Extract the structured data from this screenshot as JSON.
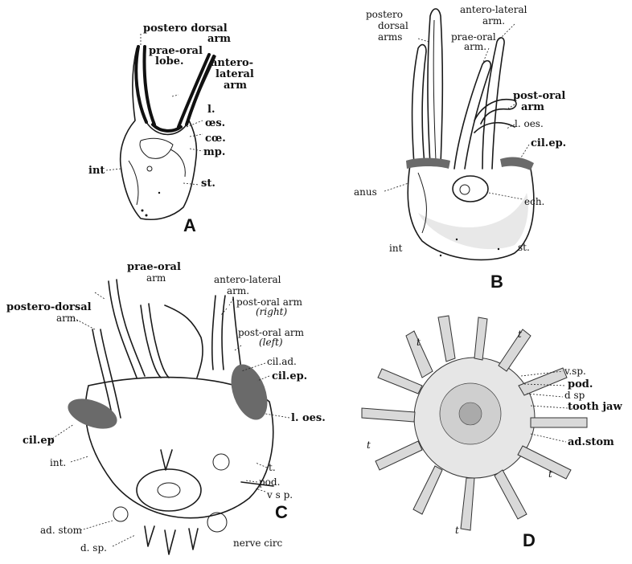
{
  "panels": {
    "A": {
      "letter": "A",
      "labels": {
        "postero_dorsal_1": "postero dorsal",
        "postero_dorsal_2": "arm",
        "prae_oral_1": "prae-oral",
        "prae_oral_2": "lobe.",
        "antero_lateral_1": "antero-",
        "antero_lateral_2": "lateral",
        "antero_lateral_3": "arm",
        "l": "l.",
        "oes": "œs.",
        "coe": "cœ.",
        "mp": "mp.",
        "int": "int",
        "st": "st."
      }
    },
    "B": {
      "letter": "B",
      "labels": {
        "postero_1": "postero",
        "postero_2": "dorsal",
        "postero_3": "arms",
        "antero_1": "antero-lateral",
        "antero_2": "arm.",
        "prae_1": "prae-oral",
        "prae_2": "arm.",
        "post_oral_1": "post-oral",
        "post_oral_2": "arm",
        "l_oes": "l. oes.",
        "cil_ep": "cil.ep.",
        "anus": "anus",
        "ech": "ech.",
        "int": "int",
        "st": "st."
      }
    },
    "C": {
      "letter": "C",
      "labels": {
        "prae_oral_1": "prae-oral",
        "prae_oral_2": "arm",
        "antero_1": "antero-lateral",
        "antero_2": "arm.",
        "postero_1": "postero-dorsal",
        "postero_2": "arm.",
        "post_right_1": "post-oral arm",
        "post_right_2": "(right)",
        "post_left_1": "post-oral arm",
        "post_left_2": "(left)",
        "cil_ad": "cil.ad.",
        "cil_ep_r": "cil.ep.",
        "l_oes": "l. oes.",
        "cil_ep_l": "cil.ep",
        "int": "int.",
        "t": "t.",
        "pod": "pod.",
        "vsp": "v s p.",
        "ad_stom": "ad. stom",
        "dsp": "d. sp.",
        "nerve": "nerve circ"
      }
    },
    "D": {
      "letter": "D",
      "labels": {
        "t1": "t",
        "t2": "t",
        "t3": "t",
        "t4": "t",
        "t5": "t",
        "vsp": "v.sp.",
        "pod": "pod.",
        "dsp": "d sp",
        "tooth": "tooth jaw",
        "ad_stom": "ad.stom"
      }
    }
  }
}
